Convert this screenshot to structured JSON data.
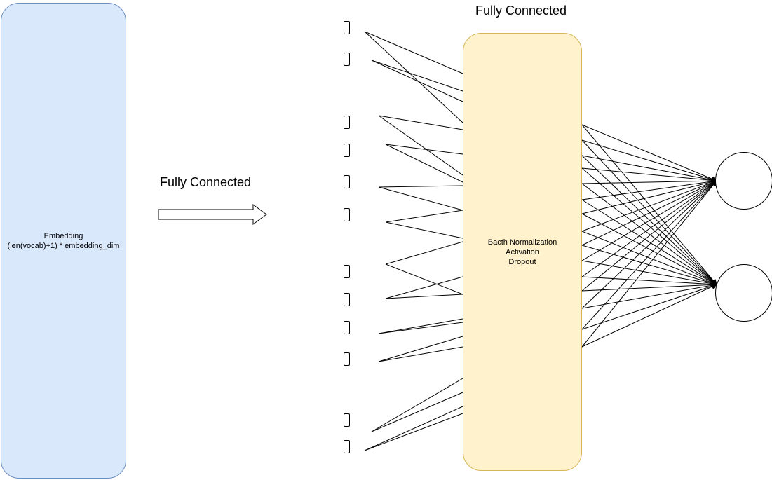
{
  "colors": {
    "embedding_fill": "#dae8fc",
    "embedding_stroke": "#6c8ebf",
    "hidden_fill": "#fff2cc",
    "hidden_stroke": "#d6b656",
    "line": "#000000"
  },
  "embedding": {
    "line1": "Embedding",
    "line2": "(len(vocab)+1) * embedding_dim"
  },
  "arrow": {
    "label": "Fully Connected"
  },
  "hidden": {
    "title": "Fully Connected",
    "line1": "Bacth Normalization",
    "line2": "Activation",
    "line3": "Dropout"
  },
  "input_node_count": 12,
  "output_node_count": 2
}
